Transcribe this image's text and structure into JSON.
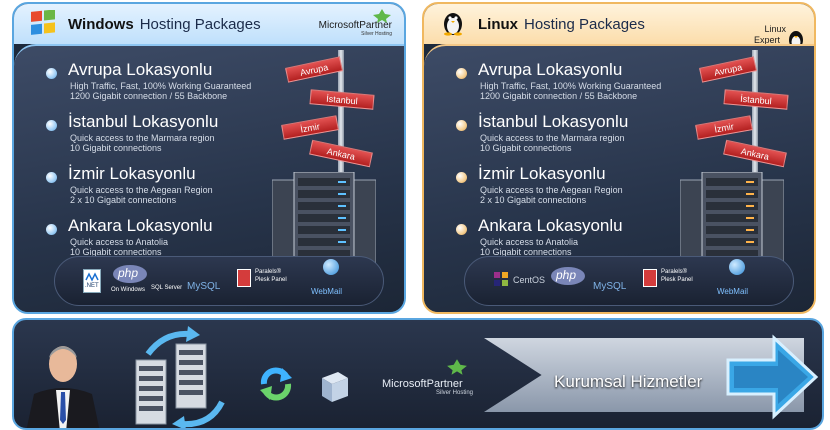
{
  "windows": {
    "title_bold": "Windows",
    "title_rest": "Hosting Packages",
    "partner_brand": "Microsoft",
    "partner_word": "Partner",
    "partner_sub": "Silver Hosting",
    "locations": [
      {
        "name": "Avrupa Lokasyonlu",
        "desc1": "High Traffic, Fast, 100% Working Guaranteed",
        "desc2": "1200 Gigabit connection / 55 Backbone"
      },
      {
        "name": "İstanbul Lokasyonlu",
        "desc1": "Quick access to the Marmara region",
        "desc2": "10 Gigabit connections"
      },
      {
        "name": "İzmir Lokasyonlu",
        "desc1": "Quick access to the Aegean Region",
        "desc2": "2 x 10 Gigabit connections"
      },
      {
        "name": "Ankara Lokasyonlu",
        "desc1": "Quick access to Anatolia",
        "desc2": "10 Gigabit connections"
      }
    ],
    "signs": [
      "Avrupa",
      "İstanbul",
      "İzmir",
      "Ankara"
    ],
    "tech": {
      "net": ".NET",
      "php": "php",
      "php_sub": "On Windows",
      "sql_server": "SQL Server",
      "mysql": "MySQL",
      "parallels1": "Paralels®",
      "parallels2": "Plesk Panel",
      "webmail": "WebMail"
    }
  },
  "linux": {
    "title_bold": "Linux",
    "title_rest": "Hosting Packages",
    "expert1": "Linux",
    "expert2": "Expert",
    "locations": [
      {
        "name": "Avrupa Lokasyonlu",
        "desc1": "High Traffic, Fast, 100% Working Guaranteed",
        "desc2": "1200 Gigabit connection / 55 Backbone"
      },
      {
        "name": "İstanbul Lokasyonlu",
        "desc1": "Quick access to the Marmara region",
        "desc2": "10 Gigabit connections"
      },
      {
        "name": "İzmir Lokasyonlu",
        "desc1": "Quick access to the Aegean Region",
        "desc2": "2 x 10 Gigabit connections"
      },
      {
        "name": "Ankara Lokasyonlu",
        "desc1": "Quick access to Anatolia",
        "desc2": "10 Gigabit connections"
      }
    ],
    "signs": [
      "Avrupa",
      "İstanbul",
      "İzmir",
      "Ankara"
    ],
    "tech": {
      "centos": "CentOS",
      "php": "php",
      "mysql": "MySQL",
      "parallels1": "Paralels®",
      "parallels2": "Plesk Panel",
      "webmail": "WebMail"
    }
  },
  "corporate": {
    "title": "Kurumsal Hizmetler",
    "partner_brand": "Microsoft",
    "partner_word": "Partner",
    "partner_sub": "Silver Hosting"
  },
  "colors": {
    "windows_accent": "#5aa6e0",
    "linux_accent": "#f0b860",
    "panel_bg": "#27344a",
    "sign_red": "#c62828"
  }
}
